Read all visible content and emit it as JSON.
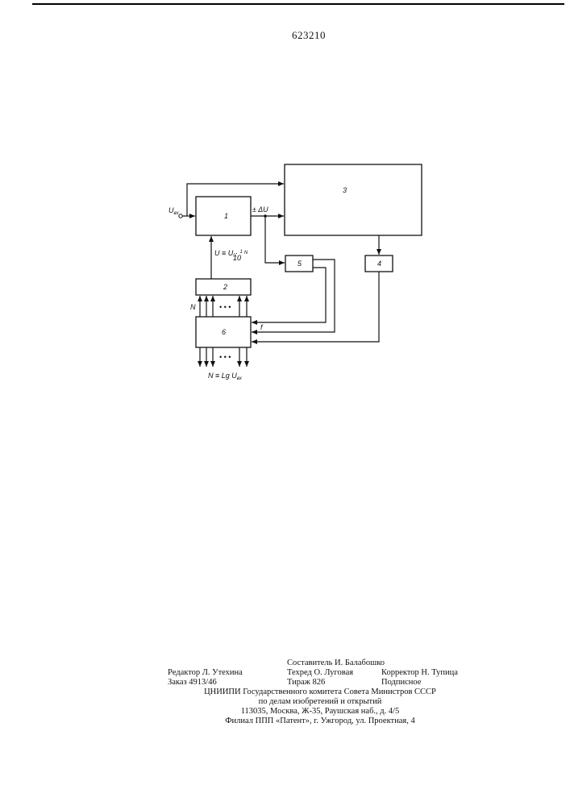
{
  "header": {
    "patent_number": "623210"
  },
  "diagram": {
    "blocks": [
      "1",
      "2",
      "3",
      "4",
      "5",
      "6"
    ],
    "labels": {
      "input": "U",
      "input_sub": "вх",
      "delta": "± ΔU",
      "feedback": "U ≡ U",
      "feedback_sub": "0",
      "feedback_mult": "· ",
      "feedback_frac_num": "1",
      "feedback_frac_den": "10",
      "feedback_exp": "N",
      "n_label": "N",
      "f_label": "f",
      "output": "N ≡ Lg U",
      "output_sub": "вх",
      "dots": "• • •"
    }
  },
  "footer": {
    "compiler": "Составитель И. Балабошко",
    "editor": "Редактор Л. Утехина",
    "techred": "Техред О. Луговая",
    "corrector": "Корректор Н. Тупица",
    "order": "Заказ 4913/46",
    "circulation": "Тираж 826",
    "subscription": "Подписное",
    "institute": "ЦНИИПИ Государственного комитета Совета Министров СССР",
    "department": "по делам изобретений и открытий",
    "address": "113035, Москва, Ж-35, Раушская наб., д. 4/5",
    "branch": "Филиал ППП «Патент», г. Ужгород, ул. Проектная, 4"
  }
}
